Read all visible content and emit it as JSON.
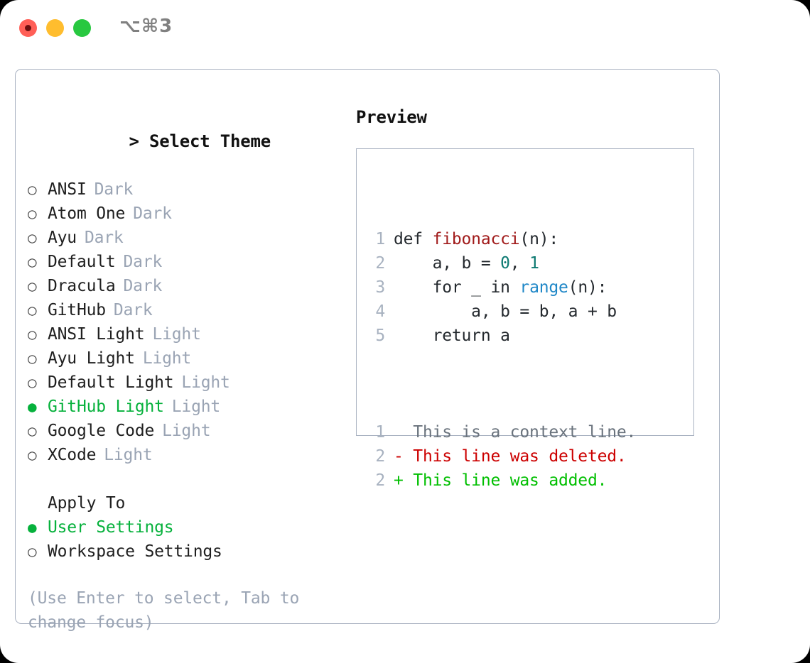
{
  "window": {
    "title_shortcut": "⌥⌘3",
    "traffic_lights": [
      "close-red",
      "minimize-amber",
      "maximize-green"
    ]
  },
  "theme_picker": {
    "heading_marker": "> ",
    "heading": "Select Theme",
    "marker_unselected": "○ ",
    "marker_selected": "● ",
    "items": [
      {
        "name": "ANSI",
        "tag": "Dark",
        "selected": false
      },
      {
        "name": "Atom One",
        "tag": "Dark",
        "selected": false
      },
      {
        "name": "Ayu",
        "tag": "Dark",
        "selected": false
      },
      {
        "name": "Default",
        "tag": "Dark",
        "selected": false
      },
      {
        "name": "Dracula",
        "tag": "Dark",
        "selected": false
      },
      {
        "name": "GitHub",
        "tag": "Dark",
        "selected": false
      },
      {
        "name": "ANSI Light",
        "tag": "Light",
        "selected": false
      },
      {
        "name": "Ayu Light",
        "tag": "Light",
        "selected": false
      },
      {
        "name": "Default Light",
        "tag": "Light",
        "selected": false
      },
      {
        "name": "GitHub Light",
        "tag": "Light",
        "selected": true
      },
      {
        "name": "Google Code",
        "tag": "Light",
        "selected": false
      },
      {
        "name": "XCode",
        "tag": "Light",
        "selected": false
      }
    ]
  },
  "apply_to": {
    "heading": "Apply To",
    "items": [
      {
        "name": "User Settings",
        "selected": true
      },
      {
        "name": "Workspace Settings",
        "selected": false
      }
    ]
  },
  "hint": "(Use Enter to select, Tab to change focus)",
  "preview": {
    "title": "Preview",
    "code_lines": [
      {
        "n": "1",
        "parts": [
          {
            "t": "def ",
            "c": "plain"
          },
          {
            "t": "fibonacci",
            "c": "fn"
          },
          {
            "t": "(n):",
            "c": "plain"
          }
        ]
      },
      {
        "n": "2",
        "parts": [
          {
            "t": "    a, b = ",
            "c": "plain"
          },
          {
            "t": "0",
            "c": "num"
          },
          {
            "t": ", ",
            "c": "plain"
          },
          {
            "t": "1",
            "c": "num"
          }
        ]
      },
      {
        "n": "3",
        "parts": [
          {
            "t": "    for _ in ",
            "c": "plain"
          },
          {
            "t": "range",
            "c": "call"
          },
          {
            "t": "(n):",
            "c": "plain"
          }
        ]
      },
      {
        "n": "4",
        "parts": [
          {
            "t": "        a, b = b, a + b",
            "c": "plain"
          }
        ]
      },
      {
        "n": "5",
        "parts": [
          {
            "t": "    return a",
            "c": "plain"
          }
        ]
      }
    ],
    "diff_lines": [
      {
        "n": "1",
        "text": "  This is a context line.",
        "kind": "ctx"
      },
      {
        "n": "2",
        "text": "- This line was deleted.",
        "kind": "del"
      },
      {
        "n": "2",
        "text": "+ This line was added.",
        "kind": "add"
      }
    ]
  },
  "colors": {
    "selected_green": "#06b13c",
    "tag_gray": "#9aa4b4",
    "border": "#a9b2c1",
    "line_number": "#a8b2c0",
    "fn_red": "#a11b1b",
    "num_teal": "#0d7a72",
    "call_blue": "#1f87c7",
    "diff_del": "#cc0000",
    "diff_add": "#00bf00",
    "diff_ctx": "#6a737d"
  }
}
